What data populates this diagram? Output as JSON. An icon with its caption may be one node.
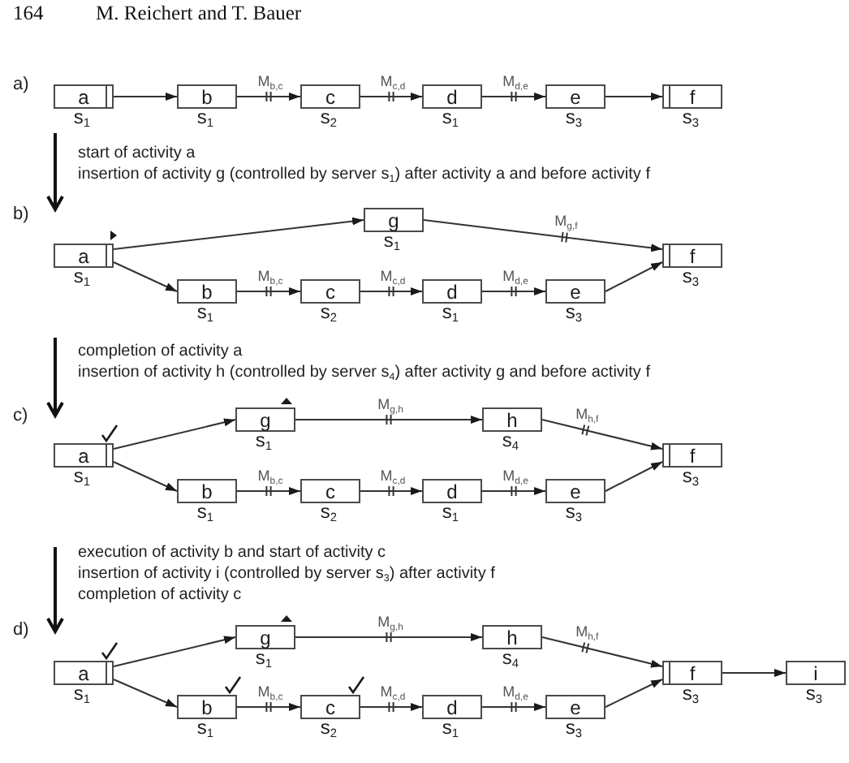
{
  "diagram": {
    "nodes": [
      {
        "text": [
          "a"
        ],
        "beside": [
          "s$_{1}$"
        ]
      },
      {
        "text": [
          "b"
        ],
        "beside": [
          "s$_{1}$"
        ]
      },
      {
        "text": [
          "c"
        ],
        "beside": [
          "s$_{2}$"
        ]
      },
      {
        "text": [
          "d"
        ],
        "beside": [
          "s$_{1}$"
        ]
      },
      {
        "text": [
          "e"
        ],
        "beside": [
          "s$_{3}$"
        ]
      },
      {
        "text": [
          "f"
        ],
        "beside": [
          "s$_{3}$"
        ]
      },
      {
        "text": [
          "g"
        ],
        "beside": [
          "s$_{1}$"
        ]
      },
      {
        "text": [
          "a"
        ],
        "beside": [
          "s$_{1}$"
        ]
      },
      {
        "text": [
          "f"
        ],
        "beside": [
          "s$_{3}$"
        ]
      },
      {
        "text": [
          "b"
        ],
        "beside": [
          "s$_{1}$"
        ]
      },
      {
        "text": [
          "c"
        ],
        "beside": [
          "s$_{2}$"
        ]
      },
      {
        "text": [
          "d"
        ],
        "beside": [
          "s$_{1}$"
        ]
      },
      {
        "text": [
          "e"
        ],
        "beside": [
          "s$_{3}$"
        ]
      },
      {
        "text": [
          "g"
        ],
        "beside": [
          "s$_{1}$"
        ]
      },
      {
        "text": [
          "h"
        ],
        "beside": [
          "s$_{4}$"
        ]
      },
      {
        "text": [
          "a"
        ],
        "beside": [
          "s$_{1}$"
        ]
      },
      {
        "text": [
          "f"
        ],
        "beside": [
          "s$_{3}$"
        ]
      },
      {
        "text": [
          "b"
        ],
        "beside": [
          "s$_{1}$"
        ]
      },
      {
        "text": [
          "c"
        ],
        "beside": [
          "s$_{2}$"
        ]
      },
      {
        "text": [
          "d"
        ],
        "beside": [
          "s$_{1}$"
        ]
      },
      {
        "text": [
          "e"
        ],
        "beside": [
          "s$_{3}$"
        ]
      },
      {
        "text": [
          "g"
        ],
        "beside": [
          "s$_{1}$"
        ]
      },
      {
        "text": [
          "h"
        ],
        "beside": [
          "s$_{4}$"
        ]
      },
      {
        "text": [
          "a"
        ],
        "beside": [
          "s$_{1}$"
        ]
      },
      {
        "text": [
          "f"
        ],
        "beside": [
          "s$_{3}$"
        ]
      },
      {
        "text": [
          "i"
        ],
        "beside": [
          "s$_{3}$"
        ]
      },
      {
        "text": [
          "b"
        ],
        "beside": [
          "s$_{1}$"
        ]
      },
      {
        "text": [
          "c"
        ],
        "beside": [
          "s$_{2}$"
        ]
      },
      {
        "text": [
          "d"
        ],
        "beside": [
          "s$_{1}$"
        ]
      },
      {
        "text": [
          "e"
        ],
        "beside": [
          "s$_{3}$"
        ]
      }
    ],
    "edges": [
      {
        "from": 0,
        "to": 1,
        "arrow": "to"
      },
      {
        "from": 1,
        "to": 2,
        "arrow": "to",
        "label": "M$_{b,c}$"
      },
      {
        "from": 2,
        "to": 3,
        "arrow": "to",
        "label": "M$_{c,d}$"
      },
      {
        "from": 3,
        "to": 4,
        "arrow": "to",
        "label": "M$_{d,e}$"
      },
      {
        "from": 4,
        "to": 5,
        "arrow": "to"
      },
      {
        "from": 7,
        "to": 6,
        "arrow": "to"
      },
      {
        "from": 6,
        "to": 8,
        "arrow": "to",
        "label": "M$_{g,f}$"
      },
      {
        "from": 7,
        "to": 9,
        "arrow": "to"
      },
      {
        "from": 9,
        "to": 10,
        "arrow": "to",
        "label": "M$_{b,c}$"
      },
      {
        "from": 10,
        "to": 11,
        "arrow": "to",
        "label": "M$_{c,d}$"
      },
      {
        "from": 11,
        "to": 12,
        "arrow": "to",
        "label": "M$_{d,e}$"
      },
      {
        "from": 12,
        "to": 8,
        "arrow": "to"
      },
      {
        "from": 15,
        "to": 13,
        "arrow": "to"
      },
      {
        "from": 13,
        "to": 14,
        "arrow": "to",
        "label": "M$_{g,h}$"
      },
      {
        "from": 14,
        "to": 16,
        "arrow": "to",
        "label": "M$_{h,f}$"
      },
      {
        "from": 15,
        "to": 17,
        "arrow": "to"
      },
      {
        "from": 17,
        "to": 18,
        "arrow": "to",
        "label": "M$_{b,c}$"
      },
      {
        "from": 18,
        "to": 19,
        "arrow": "to",
        "label": "M$_{c,d}$"
      },
      {
        "from": 19,
        "to": 20,
        "arrow": "to",
        "label": "M$_{d,e}$"
      },
      {
        "from": 20,
        "to": 16,
        "arrow": "to"
      },
      {
        "from": 23,
        "to": 21,
        "arrow": "to"
      },
      {
        "from": 21,
        "to": 22,
        "arrow": "to",
        "label": "M$_{g,h}$"
      },
      {
        "from": 22,
        "to": 24,
        "arrow": "to",
        "label": "M$_{h,f}$"
      },
      {
        "from": 23,
        "to": 26,
        "arrow": "to"
      },
      {
        "from": 26,
        "to": 27,
        "arrow": "to",
        "label": "M$_{b,c}$"
      },
      {
        "from": 27,
        "to": 28,
        "arrow": "to",
        "label": "M$_{c,d}$"
      },
      {
        "from": 28,
        "to": 29,
        "arrow": "to",
        "label": "M$_{d,e}$"
      },
      {
        "from": 29,
        "to": 24,
        "arrow": "to"
      },
      {
        "from": 24,
        "to": 25,
        "arrow": "to"
      }
    ],
    "labels": [
      "164",
      "M. Reichert and T. Bauer",
      "a)",
      "start of activity a",
      "insertion of activity g (controlled by server s$_{1}$) after activity a and before activity f",
      "b)",
      "completion of activity a",
      "insertion of activity h (controlled by server s$_{4}$) after activity g and before activity f",
      "c)",
      "execution of activity b and start of activity c",
      "insertion of activity i (controlled by server s$_{3}$) after activity f",
      "completion of activity c",
      "d)"
    ]
  }
}
